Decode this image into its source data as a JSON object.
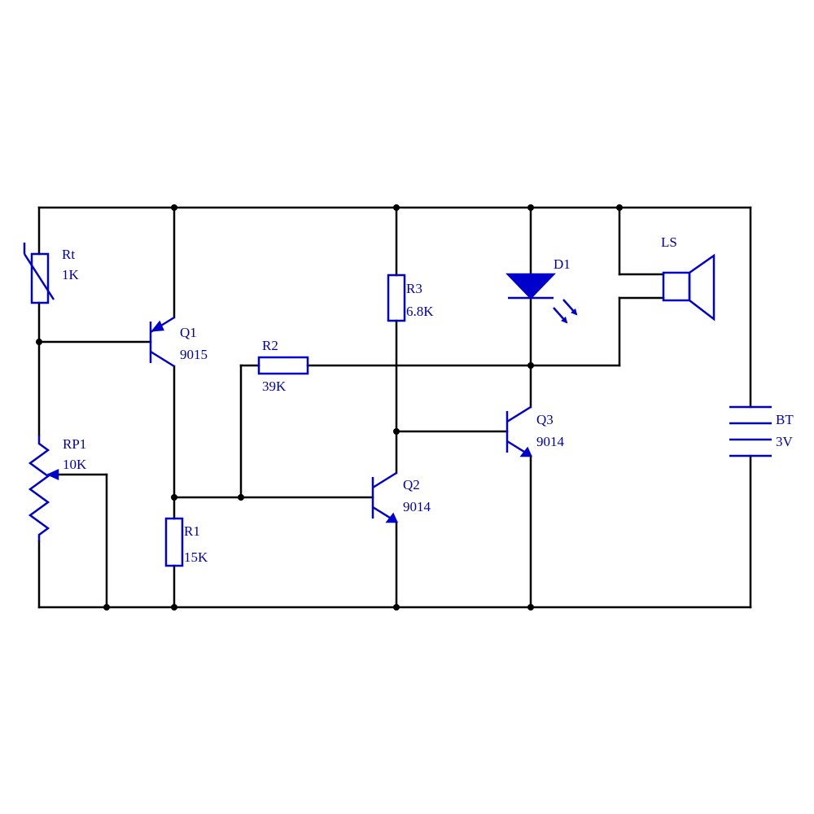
{
  "colors": {
    "wire": "#000000",
    "component": "#0000cc",
    "label": "#0000aa",
    "background": "#ffffff"
  },
  "components": {
    "rt": {
      "ref": "Rt",
      "value": "1K"
    },
    "rp1": {
      "ref": "RP1",
      "value": "10K"
    },
    "q1": {
      "ref": "Q1",
      "value": "9015"
    },
    "r1": {
      "ref": "R1",
      "value": "15K"
    },
    "r2": {
      "ref": "R2",
      "value": "39K"
    },
    "r3": {
      "ref": "R3",
      "value": "6.8K"
    },
    "q2": {
      "ref": "Q2",
      "value": "9014"
    },
    "d1": {
      "ref": "D1"
    },
    "q3": {
      "ref": "Q3",
      "value": "9014"
    },
    "ls": {
      "ref": "LS"
    },
    "bt": {
      "ref": "BT",
      "value": "3V"
    }
  }
}
